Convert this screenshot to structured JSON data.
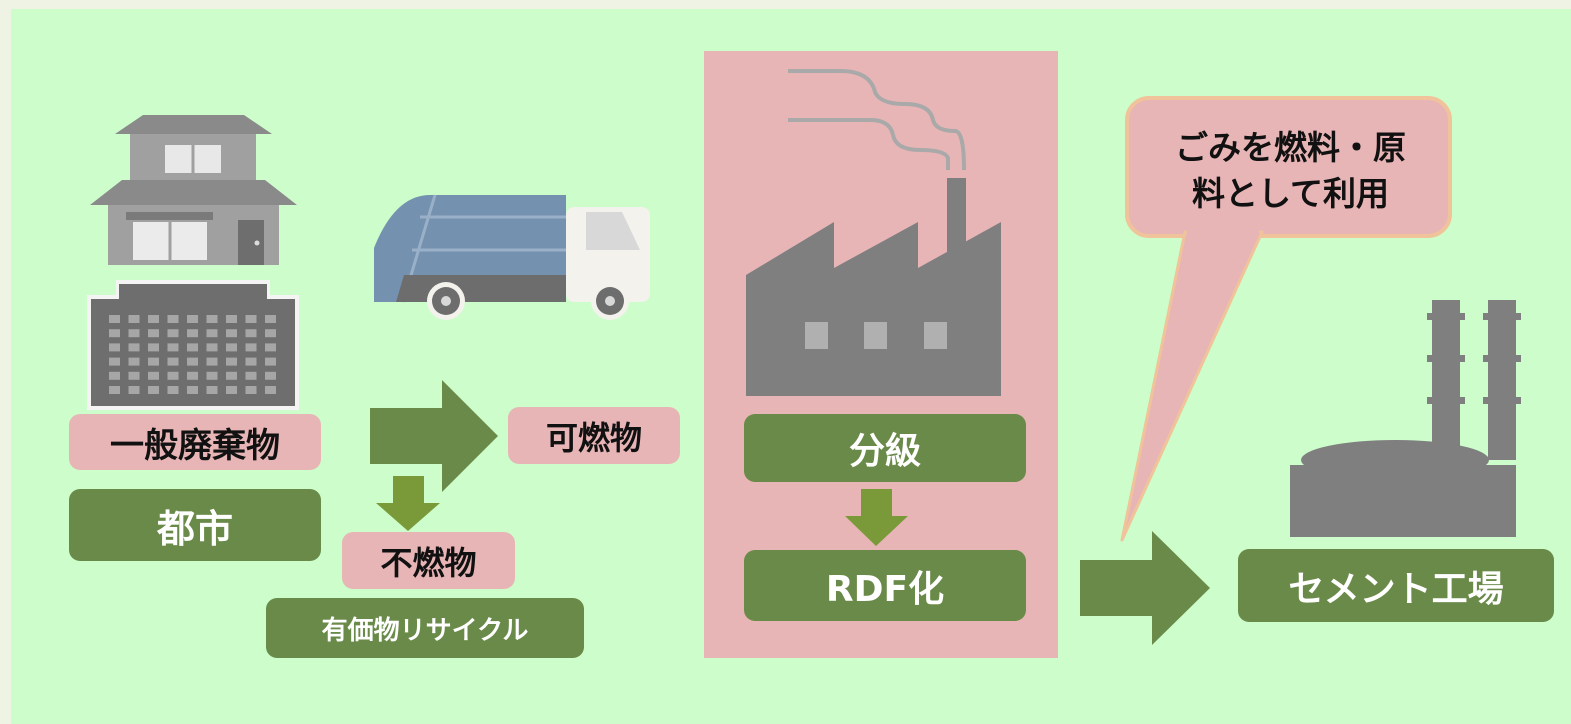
{
  "labels": {
    "general_waste": "一般廃棄物",
    "city": "都市",
    "combustible": "可燃物",
    "noncombustible": "不燃物",
    "recycling": "有価物リサイクル",
    "classification": "分級",
    "rdf": "RDF化",
    "cement_factory": "セメント工場"
  },
  "bubble": {
    "line1": "ごみを燃料・原",
    "line2": "料として利用"
  },
  "icons": [
    "house-icon",
    "apartment-building-icon",
    "garbage-truck-icon",
    "factory-icon",
    "cement-plant-icon"
  ],
  "colors": {
    "background": "#ccfdcb",
    "pink": "#e8b5b6",
    "green": "#6a8a49",
    "arrow_green": "#6a8a49",
    "small_arrow": "#7a9a3a",
    "gray": "#808080",
    "truck_blue": "#7492b0"
  }
}
